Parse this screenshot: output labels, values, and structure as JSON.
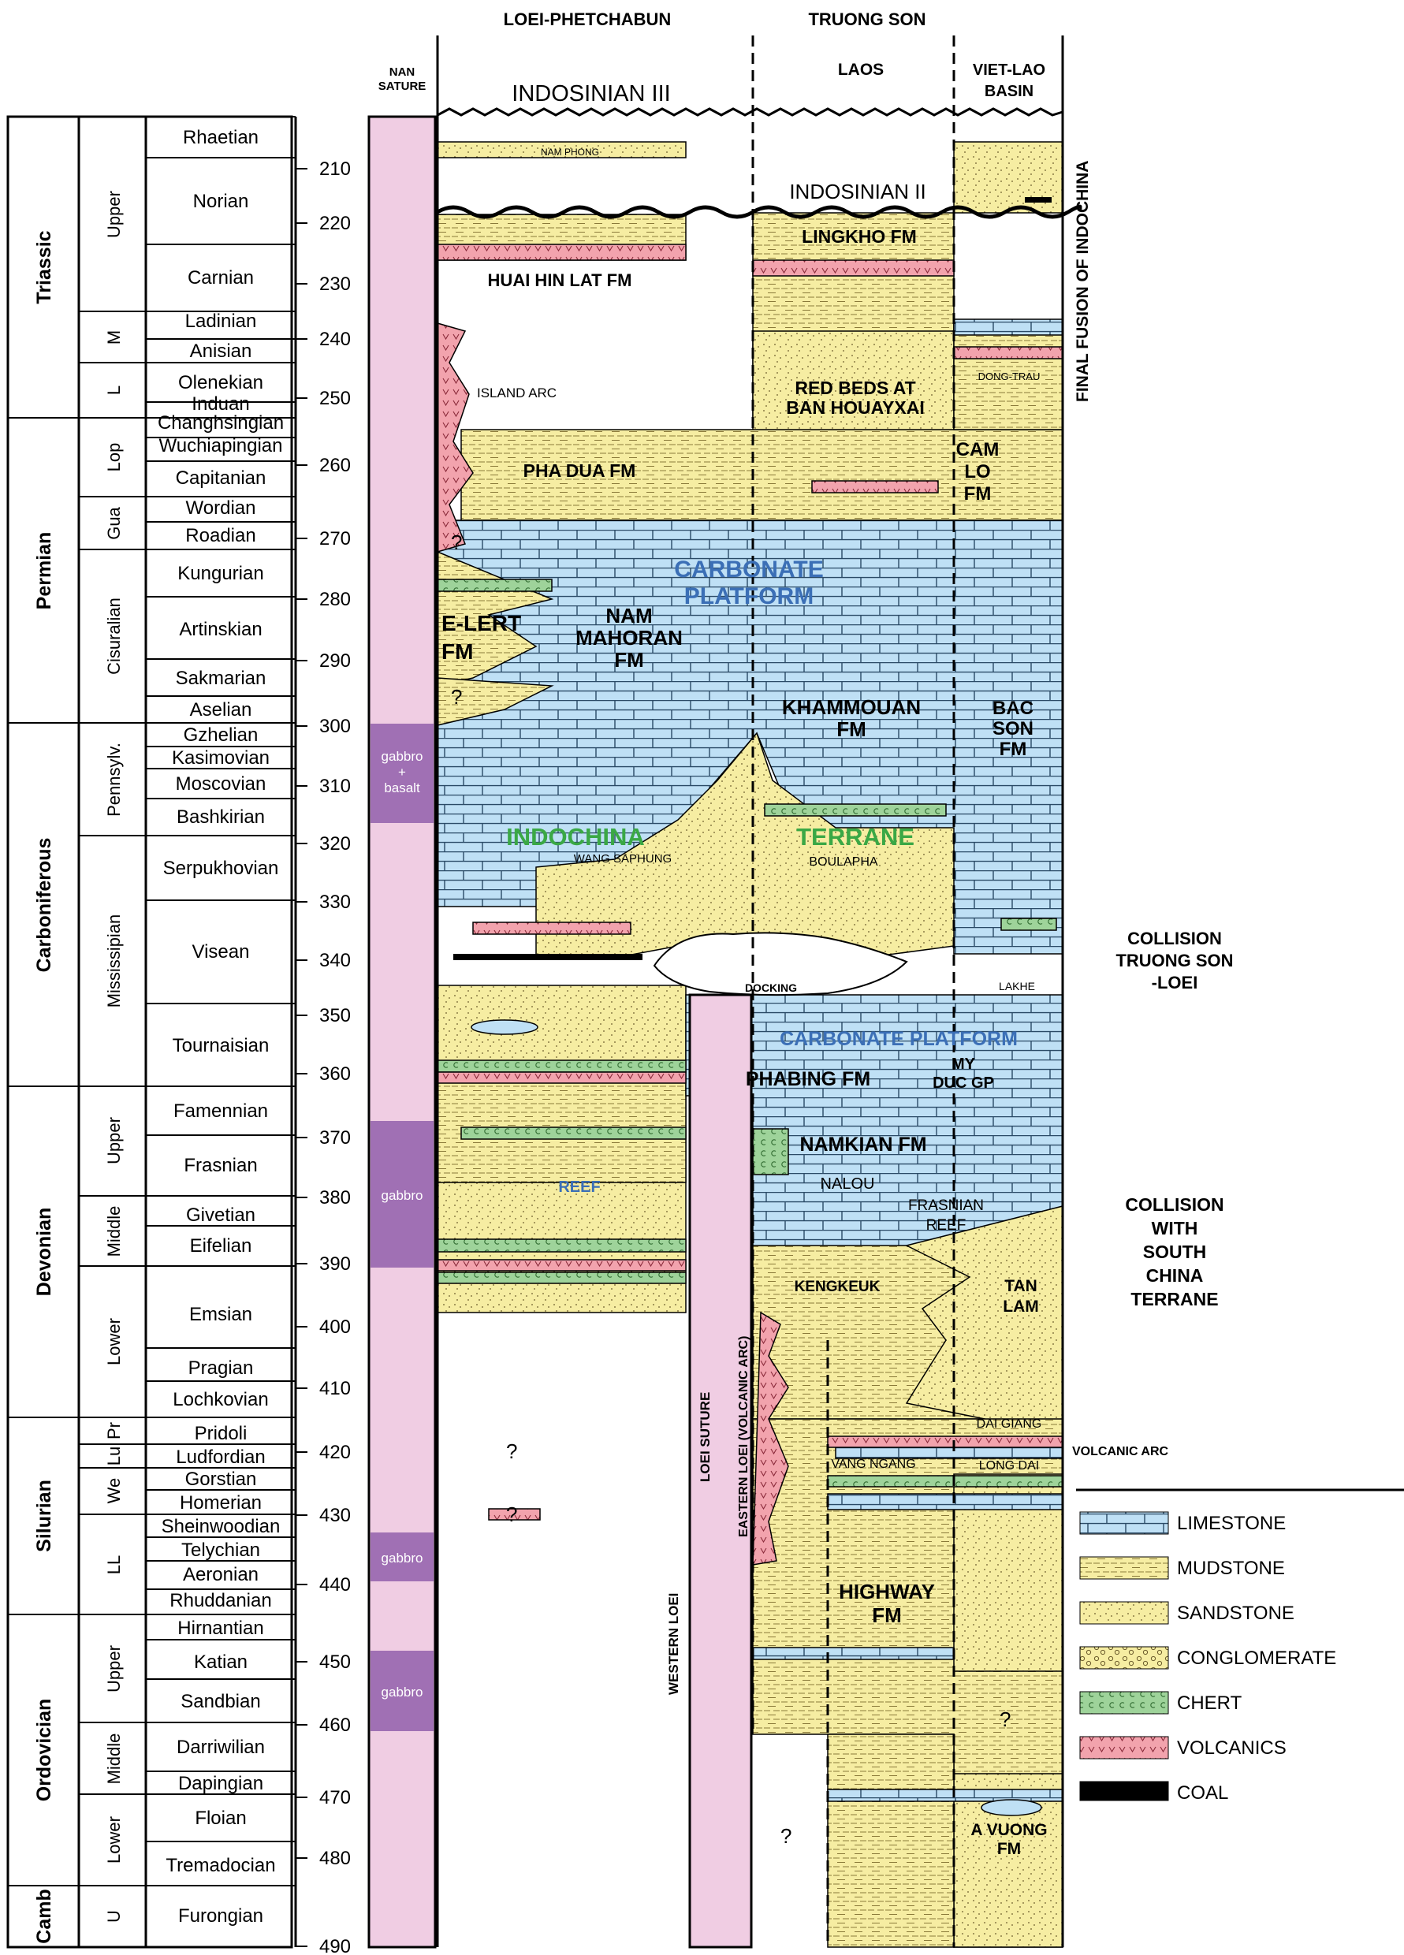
{
  "headers": {
    "loei": "LOEI-PHETCHABUN",
    "truong_son": "TRUONG SON",
    "laos": "LAOS",
    "viet_lao_1": "VIET-LAO",
    "viet_lao_2": "BASIN",
    "nan_1": "NAN",
    "nan_2": "SATURE"
  },
  "timescale": {
    "systems": [
      "Triassic",
      "Permian",
      "Carboniferous",
      "Devonian",
      "Silurian",
      "Ordovician",
      "Camb"
    ],
    "series": [
      "Upper",
      "M",
      "L",
      "Lop",
      "Gua",
      "Cisuralian",
      "Pennsylv.",
      "Mississipian",
      "Upper",
      "Middle",
      "Lower",
      "Pr",
      "Lu",
      "We",
      "LL",
      "Upper",
      "Middle",
      "Lower",
      "U"
    ],
    "stages": [
      "Rhaetian",
      "Norian",
      "Carnian",
      "Ladinian",
      "Anisian",
      "Olenekian",
      "Induan",
      "Changhsingian",
      "Wuchiapingian",
      "Capitanian",
      "Wordian",
      "Roadian",
      "Kungurian",
      "Artinskian",
      "Sakmarian",
      "Aselian",
      "Gzhelian",
      "Kasimovian",
      "Moscovian",
      "Bashkirian",
      "Serpukhovian",
      "Visean",
      "Tournaisian",
      "Famennian",
      "Frasnian",
      "Givetian",
      "Eifelian",
      "Emsian",
      "Pragian",
      "Lochkovian",
      "Pridoli",
      "Ludfordian",
      "Gorstian",
      "Homerian",
      "Sheinwoodian",
      "Telychian",
      "Aeronian",
      "Rhuddanian",
      "Hirnantian",
      "Katian",
      "Sandbian",
      "Darriwilian",
      "Dapingian",
      "Floian",
      "Tremadocian",
      "Furongian"
    ],
    "ages": [
      210,
      220,
      230,
      240,
      250,
      260,
      270,
      280,
      290,
      300,
      310,
      320,
      330,
      340,
      350,
      360,
      370,
      380,
      390,
      400,
      410,
      420,
      430,
      440,
      450,
      460,
      470,
      480,
      490
    ]
  },
  "nan": {
    "gabbro_basalt_1": "gabbro",
    "gabbro_basalt_2": "+",
    "gabbro_basalt_3": "basalt",
    "gabbro": "gabbro"
  },
  "events": {
    "indosinian_3": "INDOSINIAN III",
    "indosinian_2": "INDOSINIAN II",
    "final_fusion": "FINAL FUSION OF INDOCHINA",
    "collision_ts_1": "COLLISION",
    "collision_ts_2": "TRUONG SON",
    "collision_ts_3": "-LOEI",
    "collision_sc_1": "COLLISION",
    "collision_sc_2": "WITH",
    "collision_sc_3": "SOUTH",
    "collision_sc_4": "CHINA",
    "collision_sc_5": "TERRANE",
    "volcanic_arc": "VOLCANIC ARC",
    "docking": "DOCKING"
  },
  "units": {
    "nam_phong": "NAM PHONG",
    "huai_hin_lat": "HUAI HIN LAT FM",
    "island_arc": "ISLAND ARC",
    "pha_dua": "PHA DUA FM",
    "carbonate_platform_1": "CARBONATE",
    "carbonate_platform_2": "PLATFORM",
    "e_lert_1": "E-LERT",
    "e_lert_2": "FM",
    "nam_mahoran_1": "NAM",
    "nam_mahoran_2": "MAHORAN",
    "nam_mahoran_3": "FM",
    "indochina": "INDOCHINA",
    "terrane": "TERRANE",
    "wang_saphung": "WANG SAPHUNG",
    "boulapha": "BOULAPHA",
    "lingkho": "LINGKHO FM",
    "red_beds_1": "RED BEDS AT",
    "red_beds_2": "BAN HOUAYXAI",
    "khammouan_1": "KHAMMOUAN",
    "khammouan_2": "FM",
    "dong_trau": "DONG-TRAU",
    "cam_lo_1": "CAM",
    "cam_lo_2": "LO",
    "cam_lo_3": "FM",
    "bac_son_1": "BAC",
    "bac_son_2": "SON",
    "bac_son_3": "FM",
    "carbonate_platform_lower": "CARBONATE PLATFORM",
    "phabing": "PHABING FM",
    "my_duc_1": "MY",
    "my_duc_2": "DUC GP",
    "namkian": "NAMKIAN FM",
    "nalou": "NALOU",
    "frasnian_reef_1": "FRASNIAN",
    "frasnian_reef_2": "REEF",
    "lakhe": "LAKHE",
    "reef": "REEF",
    "kengkeuk": "KENGKEUK",
    "tan_lam_1": "TAN",
    "tan_lam_2": "LAM",
    "dai_giang": "DAI GIANG",
    "vang_ngang": "VANG NGANG",
    "long_dai": "LONG DAI",
    "highway_1": "HIGHWAY",
    "highway_2": "FM",
    "a_vuong_1": "A VUONG",
    "a_vuong_2": "FM",
    "western_loei": "WESTERN LOEI",
    "loei_suture": "LOEI SUTURE",
    "eastern_loei": "EASTERN LOEI (VOLCANIC ARC)",
    "question": "?"
  },
  "legend": {
    "items": [
      {
        "label": "LIMESTONE",
        "pattern": "limestone"
      },
      {
        "label": "MUDSTONE",
        "pattern": "mudstone"
      },
      {
        "label": "SANDSTONE",
        "pattern": "sandstone"
      },
      {
        "label": "CONGLOMERATE",
        "pattern": "conglomerate"
      },
      {
        "label": "CHERT",
        "pattern": "chert"
      },
      {
        "label": "VOLCANICS",
        "pattern": "volcanics"
      },
      {
        "label": "COAL",
        "pattern": "coal"
      }
    ]
  },
  "colors": {
    "limestone": "#bfe0f5",
    "sand": "#f6eda2",
    "chert": "#9ed39a",
    "volcanic": "#f2a3ad",
    "nan": "#f0cde3",
    "nan_dark": "#a070b4",
    "title_blue": "#3b6fb6",
    "title_green": "#3aa845"
  }
}
